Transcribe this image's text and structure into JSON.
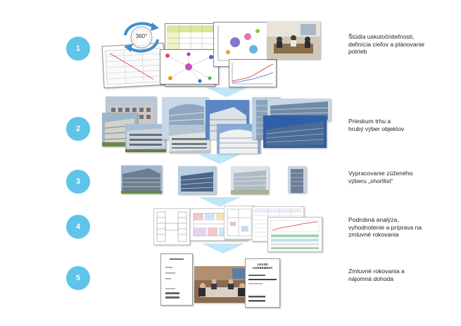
{
  "steps": [
    {
      "number": "1",
      "text": "Štúdia uskutočniteľnosti,\ndefinícia cieľov a plánovanie\npotrieb"
    },
    {
      "number": "2",
      "text": "Prieskum trhu a\nhrubý výber objektov"
    },
    {
      "number": "3",
      "text": "Vypracovanie zúženého\nvýberu „shortlist“"
    },
    {
      "number": "4",
      "text": "Podrobná analýza,\nvyhodnotenie a príprava na\nzmluvné rokovania"
    },
    {
      "number": "5",
      "text": "Zmluvné rokovania a\nnájomná dohoda"
    }
  ],
  "badge_360": "360°",
  "lease_title": "LEASE AGREEMENT",
  "colors": {
    "accent": "#5fc4ea",
    "arrow": "#bfe6f7",
    "text": "#222222"
  }
}
